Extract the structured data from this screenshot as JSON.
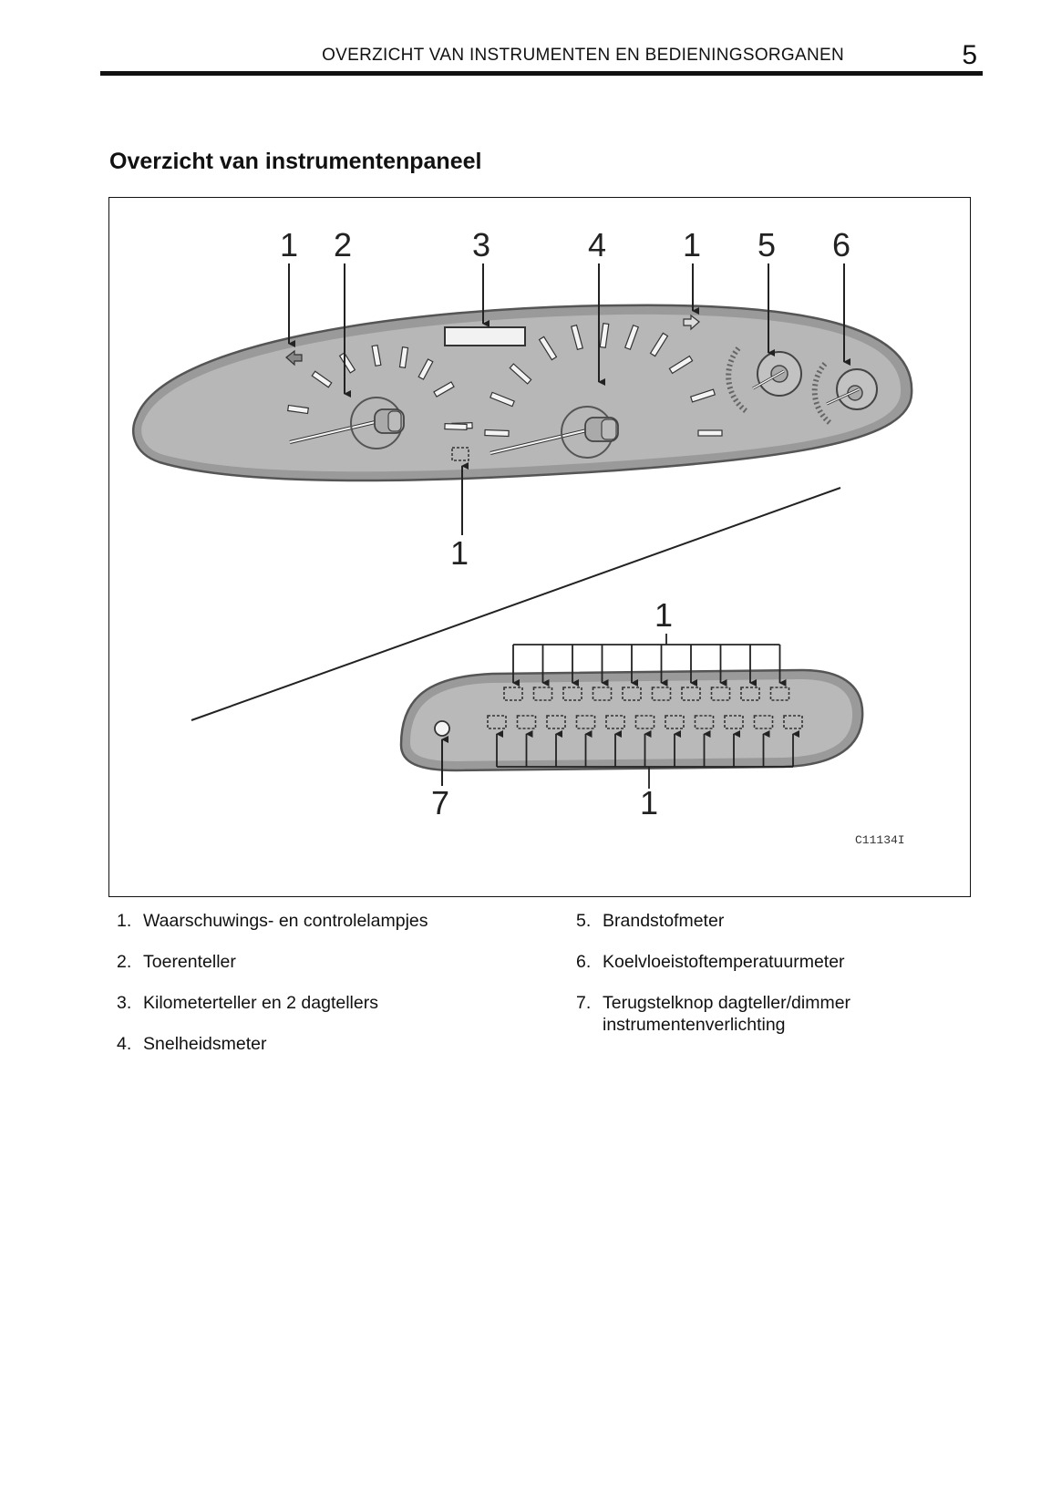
{
  "header": {
    "title": "OVERZICHT VAN INSTRUMENTEN EN BEDIENINGSORGANEN",
    "page_number": "5"
  },
  "section_title": "Overzicht van instrumentenpaneel",
  "figure": {
    "callouts": {
      "c1a": "1",
      "c2": "2",
      "c3": "3",
      "c4": "4",
      "c1b": "1",
      "c5": "5",
      "c6": "6",
      "c1c": "1",
      "c1d": "1",
      "c1e": "1",
      "c7": "7"
    },
    "code": "C11134I"
  },
  "legend_left": [
    {
      "num": "1.",
      "text": "Waarschuwings- en controlelampjes"
    },
    {
      "num": "2.",
      "text": "Toerenteller"
    },
    {
      "num": "3.",
      "text": "Kilometerteller en 2 dagtellers"
    },
    {
      "num": "4.",
      "text": "Snelheidsmeter"
    }
  ],
  "legend_right": [
    {
      "num": "5.",
      "text": "Brandstofmeter"
    },
    {
      "num": "6.",
      "text": "Koelvloeistoftemperatuurmeter"
    },
    {
      "num": "7.",
      "text": "Terugstelknop dagteller/dimmer instrumentenverlichting"
    }
  ]
}
